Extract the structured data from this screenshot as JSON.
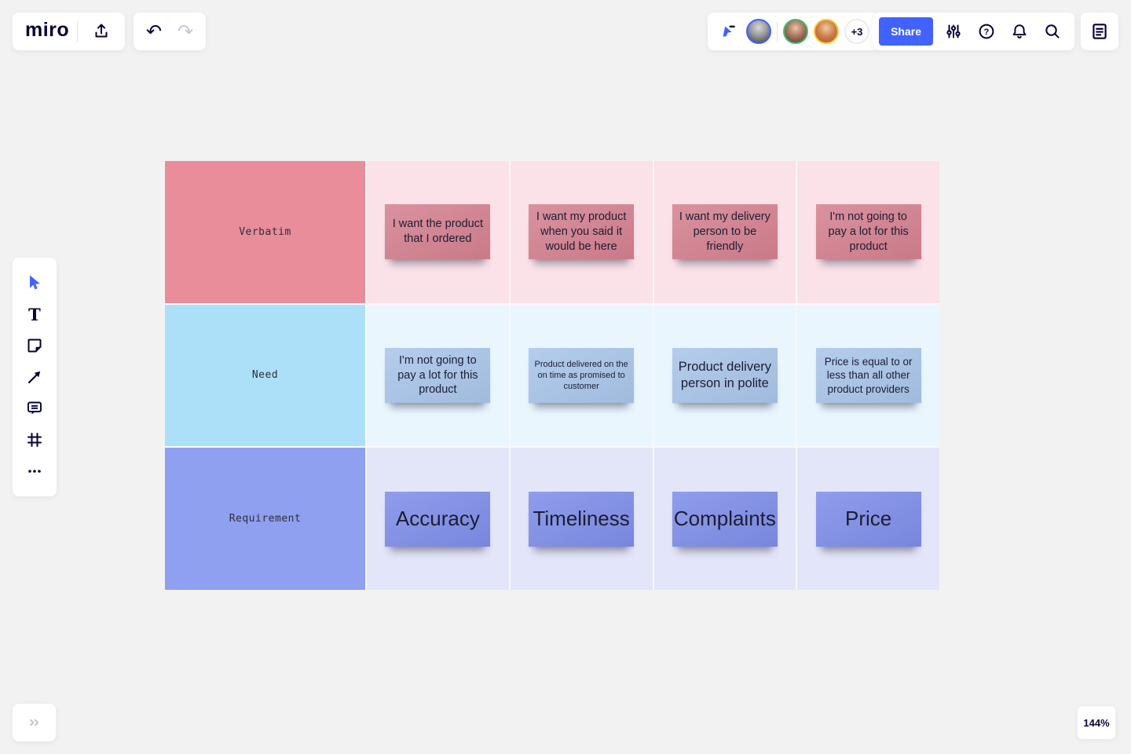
{
  "app": {
    "brand": "miro",
    "icons": {
      "undo": "↶",
      "redo": "↷"
    }
  },
  "topbar": {
    "share_label": "Share",
    "overflow_count": "+3",
    "presence_rings": {
      "avatar1": "#4262FF",
      "avatar2": "#43BE6C",
      "avatar3": "#FDC72F"
    }
  },
  "colors": {
    "accent_blue": "#4262FF",
    "icon_navy": "#050038",
    "canvas_bg": "#F2F2F3"
  },
  "statusbar": {
    "zoom_level": "144%"
  },
  "board": {
    "rows": [
      {
        "label": "Verbatim",
        "header_color": "#E98D9B",
        "cell_color": "#FAE2E8",
        "note_color": "#D4808F",
        "notes": [
          {
            "text": "I want the product that I ordered",
            "font_size": "14.5px"
          },
          {
            "text": "I want my product when you said it would be here",
            "font_size": "14.5px"
          },
          {
            "text": "I want my delivery person to be friendly",
            "font_size": "14.5px"
          },
          {
            "text": "I'm not going to pay a lot for this product",
            "font_size": "14.5px"
          }
        ]
      },
      {
        "label": "Need",
        "header_color": "#ACE0F8",
        "cell_color": "#E9F6FD",
        "note_color": "#A8C5E9",
        "notes": [
          {
            "text": "I'm not going to pay a lot for this product",
            "font_size": "14.5px"
          },
          {
            "text": "Product delivered on the on time as promised to customer",
            "font_size": "11px"
          },
          {
            "text": "Product delivery person in polite",
            "font_size": "16.5px"
          },
          {
            "text": "Price is equal to or less than all other product providers",
            "font_size": "13.5px"
          }
        ]
      },
      {
        "label": "Requirement",
        "header_color": "#8FA0F1",
        "cell_color": "#E3E5F8",
        "note_color": "#7E8DE9",
        "notes": [
          {
            "text": "Accuracy",
            "font_size": "26px"
          },
          {
            "text": "Timeliness",
            "font_size": "26px"
          },
          {
            "text": "Complaints",
            "font_size": "26px"
          },
          {
            "text": "Price",
            "font_size": "26px"
          }
        ]
      }
    ]
  }
}
